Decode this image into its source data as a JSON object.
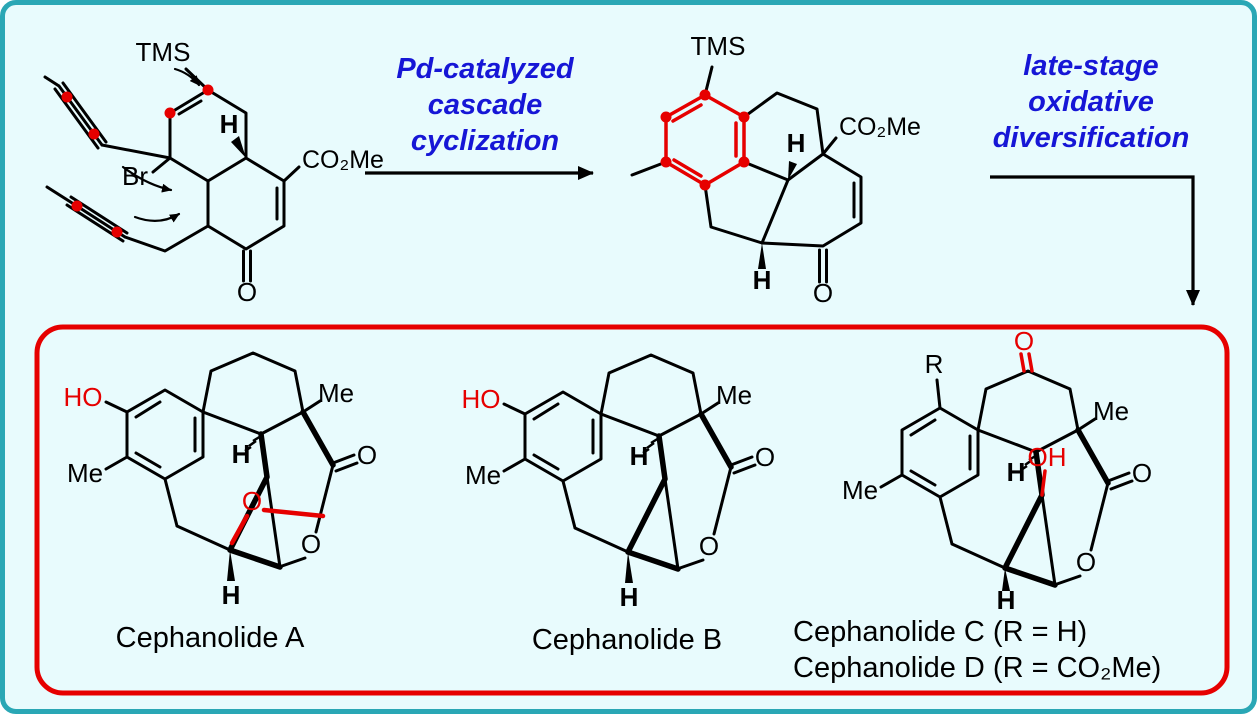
{
  "colors": {
    "background": "#e8fbfd",
    "frame": "#2aa7b5",
    "accent_red": "#e60000",
    "accent_blue": "#1616d6",
    "bond_black": "#000000"
  },
  "step1": {
    "line1": "Pd-catalyzed",
    "line2": "cascade",
    "line3": "cyclization"
  },
  "step2": {
    "line1": "late-stage",
    "line2": "oxidative",
    "line3": "diversification"
  },
  "start_material": {
    "tms": "TMS",
    "br": "Br",
    "h_ring_fusion": "H",
    "ester": "CO₂Me",
    "ketone_o": "O"
  },
  "product": {
    "tms": "TMS",
    "ester": "CO₂Me",
    "h_ring_fusion": "H",
    "h_benzylic": "H",
    "ketone_o": "O"
  },
  "cephanolide_a": {
    "name": "Cephanolide A",
    "hydroxyl": "HO",
    "methyl_aryl": "Me",
    "methyl_top": "Me",
    "h_ring_fusion": "H",
    "h_bottom": "H",
    "ether_bridge_o": "O",
    "lactone_carbonyl_o": "O",
    "lactone_ring_o": "O"
  },
  "cephanolide_b": {
    "name": "Cephanolide B",
    "hydroxyl": "HO",
    "methyl_aryl": "Me",
    "methyl_top": "Me",
    "h_ring_fusion": "H",
    "h_bottom": "H",
    "lactone_carbonyl_o": "O",
    "lactone_ring_o": "O"
  },
  "cephanolide_cd": {
    "name_c": "Cephanolide C (R = H)",
    "name_d": "Cephanolide D (R = CO₂Me)",
    "r_group": "R",
    "ketone_o": "O",
    "hydroxyl": "OH",
    "methyl_aryl": "Me",
    "methyl_top": "Me",
    "h_ring_fusion": "H",
    "h_bottom": "H",
    "lactone_carbonyl_o": "O",
    "lactone_ring_o": "O"
  }
}
